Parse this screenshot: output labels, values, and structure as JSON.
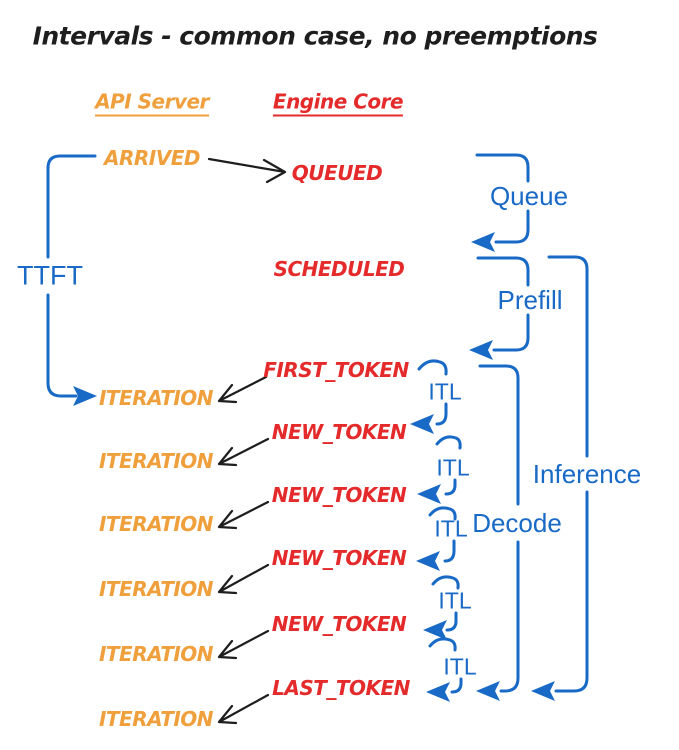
{
  "title": "Intervals - common case, no preemptions",
  "colors": {
    "orange": "#efa03c",
    "red": "#e42a2a",
    "blue": "#1969c6",
    "ink": "#1e1e1e",
    "bg": "#ffffff"
  },
  "columns": {
    "api_server": "API Server",
    "engine_core": "Engine Core"
  },
  "api_events": {
    "arrived": "ARRIVED",
    "iterations": [
      "ITERATION",
      "ITERATION",
      "ITERATION",
      "ITERATION",
      "ITERATION",
      "ITERATION"
    ]
  },
  "engine_events": {
    "queued": "QUEUED",
    "scheduled": "SCHEDULED",
    "tokens": [
      "FIRST_TOKEN",
      "NEW_TOKEN",
      "NEW_TOKEN",
      "NEW_TOKEN",
      "NEW_TOKEN",
      "LAST_TOKEN"
    ]
  },
  "intervals": {
    "ttft": "TTFT",
    "queue": "Queue",
    "prefill": "Prefill",
    "decode": "Decode",
    "inference": "Inference",
    "itl_labels": [
      "ITL",
      "ITL",
      "ITL",
      "ITL",
      "ITL"
    ]
  }
}
